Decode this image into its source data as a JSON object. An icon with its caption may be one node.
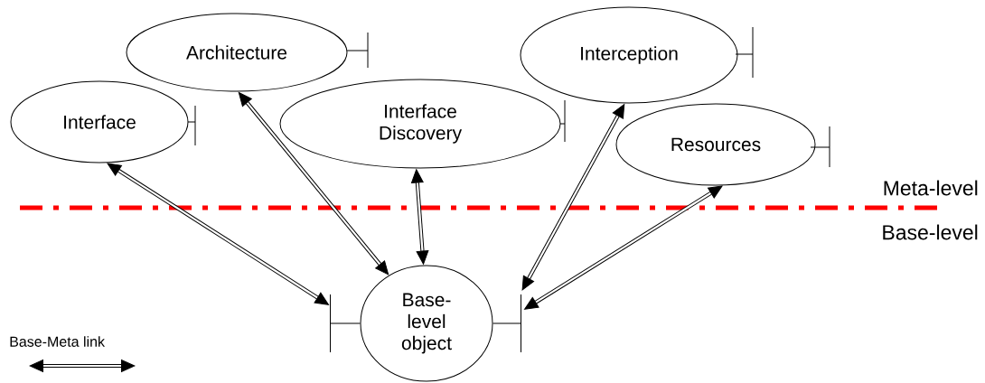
{
  "diagram": {
    "nodes": [
      {
        "text": [
          "Interface"
        ]
      },
      {
        "text": [
          "Architecture"
        ]
      },
      {
        "text": [
          "Interface Discovery"
        ]
      },
      {
        "text": [
          "Interception"
        ]
      },
      {
        "text": [
          "Resources"
        ]
      },
      {
        "text": [
          "Base- level object"
        ]
      }
    ],
    "edges": [
      {
        "from": 0,
        "to": 5,
        "arrow": "both"
      },
      {
        "from": 1,
        "to": 5,
        "arrow": "both"
      },
      {
        "from": 2,
        "to": 5,
        "arrow": "both"
      },
      {
        "from": 3,
        "to": 5,
        "arrow": "both"
      },
      {
        "from": 4,
        "to": 5,
        "arrow": "both"
      }
    ],
    "labels": [
      "Meta-level",
      "Base-level"
    ],
    "legend": [
      {
        "text": "Base-Meta link"
      }
    ]
  }
}
